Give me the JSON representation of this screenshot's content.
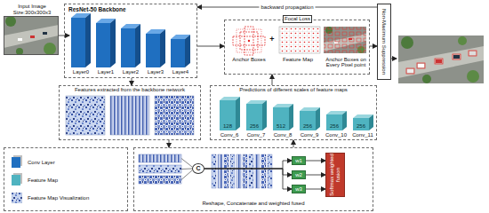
{
  "diagram": {
    "nodes": [
      {
        "text": [
          "Input Image Size:300x300x3"
        ]
      },
      {
        "text": [
          "ResNet-50 Backbone"
        ]
      },
      {
        "text": [
          "Layer0"
        ],
        "in": 1
      },
      {
        "text": [
          "Layer1"
        ],
        "in": 1
      },
      {
        "text": [
          "Layer2"
        ],
        "in": 1
      },
      {
        "text": [
          "Layer3"
        ],
        "in": 1
      },
      {
        "text": [
          "Layer4"
        ],
        "in": 1
      },
      {
        "text": [
          "Anchor Boxes",
          "Feature Map",
          "Anchor Boxes on Every Pixel point"
        ]
      },
      {
        "text": [
          "Focal Loss"
        ],
        "in": 7
      },
      {
        "text": [
          "Non-Maximum Suppression"
        ]
      },
      {
        "text": [
          "Features extracted from the backbone network"
        ]
      },
      {
        "text": [
          "Predictions of different scales of feature maps"
        ]
      },
      {
        "text": [
          "Conv_6"
        ],
        "in": 11
      },
      {
        "text": [
          "Conv_7"
        ],
        "in": 11
      },
      {
        "text": [
          "Conv_8"
        ],
        "in": 11
      },
      {
        "text": [
          "Conv_9"
        ],
        "in": 11
      },
      {
        "text": [
          "Conv_10"
        ],
        "in": 11
      },
      {
        "text": [
          "Conv_11"
        ],
        "in": 11
      },
      {
        "text": [
          "Reshape, Concatenate and weighted fused"
        ]
      },
      {
        "text": [
          "C"
        ],
        "in": 18
      },
      {
        "text": [
          "w1"
        ],
        "in": 18
      },
      {
        "text": [
          "w2"
        ],
        "in": 18
      },
      {
        "text": [
          "w3"
        ],
        "in": 18
      },
      {
        "text": [
          "Softmax weighted fusion"
        ],
        "in": 18
      }
    ],
    "edges": [
      {
        "from": 0,
        "to": 2,
        "arrow": "to"
      },
      {
        "from": 1,
        "to": 7,
        "arrow": "to"
      },
      {
        "from": 7,
        "to": 9,
        "arrow": "to"
      },
      {
        "from": 9,
        "to": 1,
        "label": "backward propagation",
        "arrow": "to"
      },
      {
        "from": 1,
        "to": 10,
        "arrow": "to"
      },
      {
        "from": 10,
        "to": 18,
        "arrow": "to"
      },
      {
        "from": 18,
        "to": 11,
        "arrow": "to"
      },
      {
        "from": 11,
        "to": 7,
        "arrow": "to"
      },
      {
        "from": 19,
        "to": 20,
        "arrow": "to"
      },
      {
        "from": 19,
        "to": 21,
        "arrow": "to"
      },
      {
        "from": 19,
        "to": 22,
        "arrow": "to"
      },
      {
        "from": 20,
        "to": 23,
        "arrow": "to"
      },
      {
        "from": 21,
        "to": 23,
        "arrow": "to"
      },
      {
        "from": 22,
        "to": 23,
        "arrow": "to"
      }
    ],
    "labels": [
      "128",
      "256",
      "512",
      "256",
      "256",
      "256",
      "+"
    ],
    "legend": [
      {
        "text": "Conv Layer",
        "color": "#1f6fc0"
      },
      {
        "text": "Feature Map",
        "color": "#4fb3c0"
      },
      {
        "text": "Feature Map Visualization"
      }
    ]
  }
}
